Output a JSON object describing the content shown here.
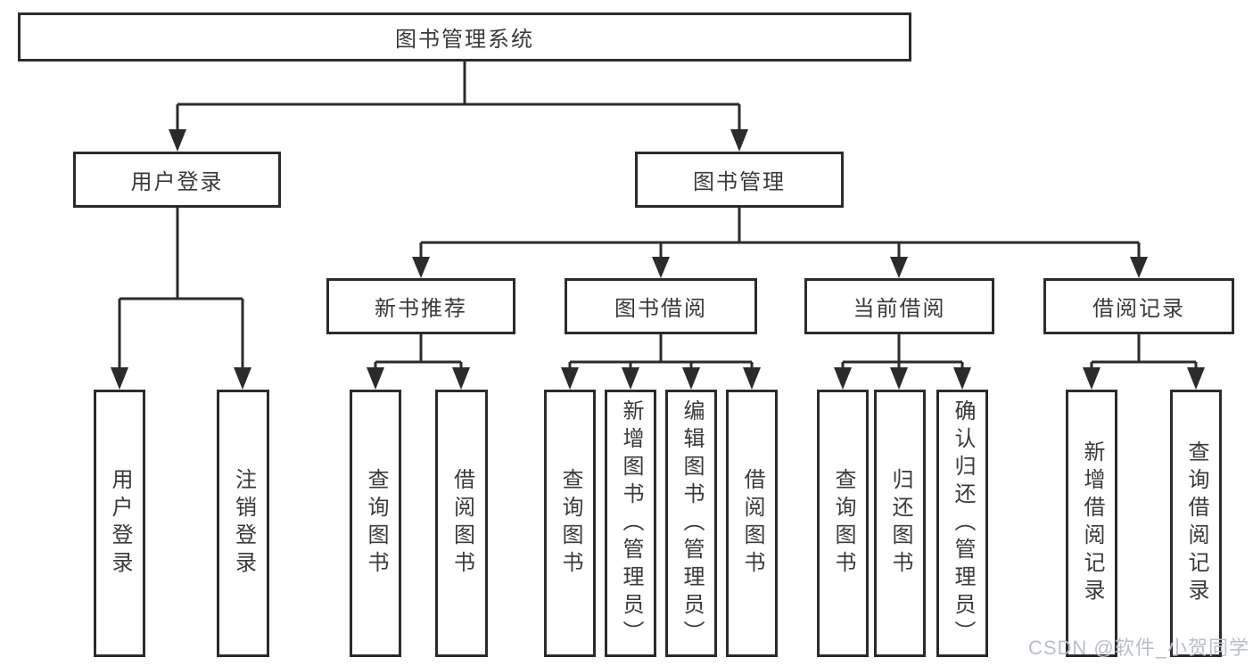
{
  "colors": {
    "background": "#ffffff",
    "line": "#2b2b2b",
    "text": "#3a3a3a",
    "watermark": "#b9bfc6"
  },
  "watermark": "CSDN @软件_小贺同学",
  "tree": {
    "root": {
      "label": "图书管理系统",
      "children": [
        {
          "label": "用户登录",
          "children": [
            {
              "label": "用户登录"
            },
            {
              "label": "注销登录"
            }
          ]
        },
        {
          "label": "图书管理",
          "children": [
            {
              "label": "新书推荐",
              "children": [
                {
                  "label": "查询图书"
                },
                {
                  "label": "借阅图书"
                }
              ]
            },
            {
              "label": "图书借阅",
              "children": [
                {
                  "label": "查询图书"
                },
                {
                  "label": "新增图书（管理员）"
                },
                {
                  "label": "编辑图书（管理员）"
                },
                {
                  "label": "借阅图书"
                }
              ]
            },
            {
              "label": "当前借阅",
              "children": [
                {
                  "label": "查询图书"
                },
                {
                  "label": "归还图书"
                },
                {
                  "label": "确认归还（管理员）"
                }
              ]
            },
            {
              "label": "借阅记录",
              "children": [
                {
                  "label": "新增借阅记录"
                },
                {
                  "label": "查询借阅记录"
                }
              ]
            }
          ]
        }
      ]
    }
  }
}
